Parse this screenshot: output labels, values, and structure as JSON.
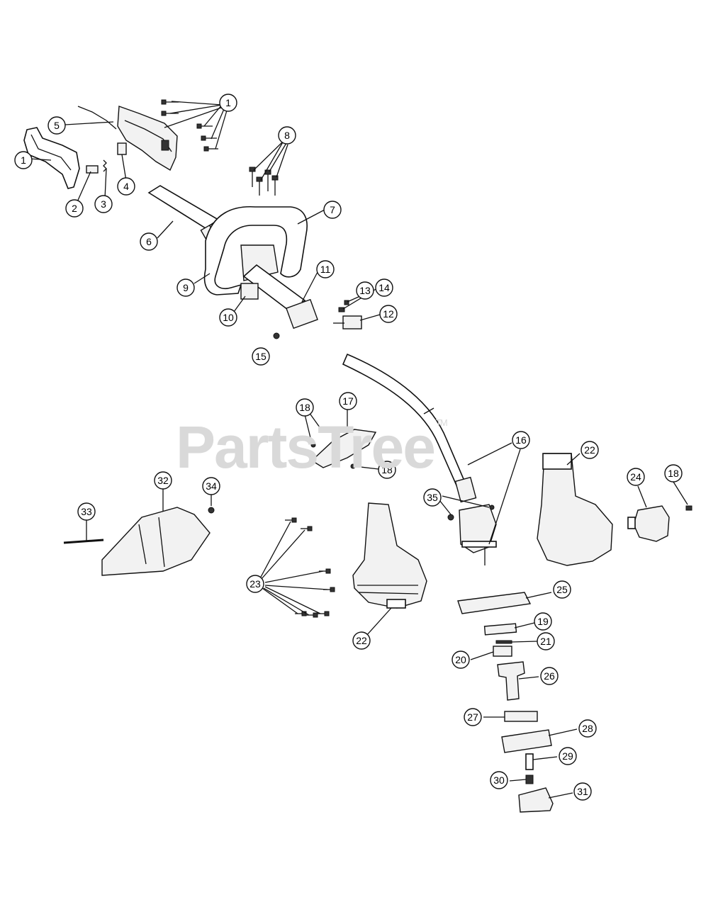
{
  "watermark": {
    "text": "PartsTree",
    "trademark": "TM"
  },
  "callouts": [
    {
      "id": "1a",
      "label": "1"
    },
    {
      "id": "1b",
      "label": "1"
    },
    {
      "id": "2",
      "label": "2"
    },
    {
      "id": "3",
      "label": "3"
    },
    {
      "id": "4",
      "label": "4"
    },
    {
      "id": "5",
      "label": "5"
    },
    {
      "id": "6",
      "label": "6"
    },
    {
      "id": "7",
      "label": "7"
    },
    {
      "id": "8",
      "label": "8"
    },
    {
      "id": "9",
      "label": "9"
    },
    {
      "id": "10",
      "label": "10"
    },
    {
      "id": "11",
      "label": "11"
    },
    {
      "id": "12",
      "label": "12"
    },
    {
      "id": "13",
      "label": "13"
    },
    {
      "id": "14",
      "label": "14"
    },
    {
      "id": "15",
      "label": "15"
    },
    {
      "id": "16",
      "label": "16"
    },
    {
      "id": "17",
      "label": "17"
    },
    {
      "id": "18a",
      "label": "18"
    },
    {
      "id": "18b",
      "label": "18"
    },
    {
      "id": "18c",
      "label": "18"
    },
    {
      "id": "19",
      "label": "19"
    },
    {
      "id": "20",
      "label": "20"
    },
    {
      "id": "21",
      "label": "21"
    },
    {
      "id": "22a",
      "label": "22"
    },
    {
      "id": "22b",
      "label": "22"
    },
    {
      "id": "23",
      "label": "23"
    },
    {
      "id": "24",
      "label": "24"
    },
    {
      "id": "25",
      "label": "25"
    },
    {
      "id": "26",
      "label": "26"
    },
    {
      "id": "27",
      "label": "27"
    },
    {
      "id": "28",
      "label": "28"
    },
    {
      "id": "29",
      "label": "29"
    },
    {
      "id": "30",
      "label": "30"
    },
    {
      "id": "31",
      "label": "31"
    },
    {
      "id": "32",
      "label": "32"
    },
    {
      "id": "33",
      "label": "33"
    },
    {
      "id": "34",
      "label": "34"
    },
    {
      "id": "35",
      "label": "35"
    }
  ]
}
